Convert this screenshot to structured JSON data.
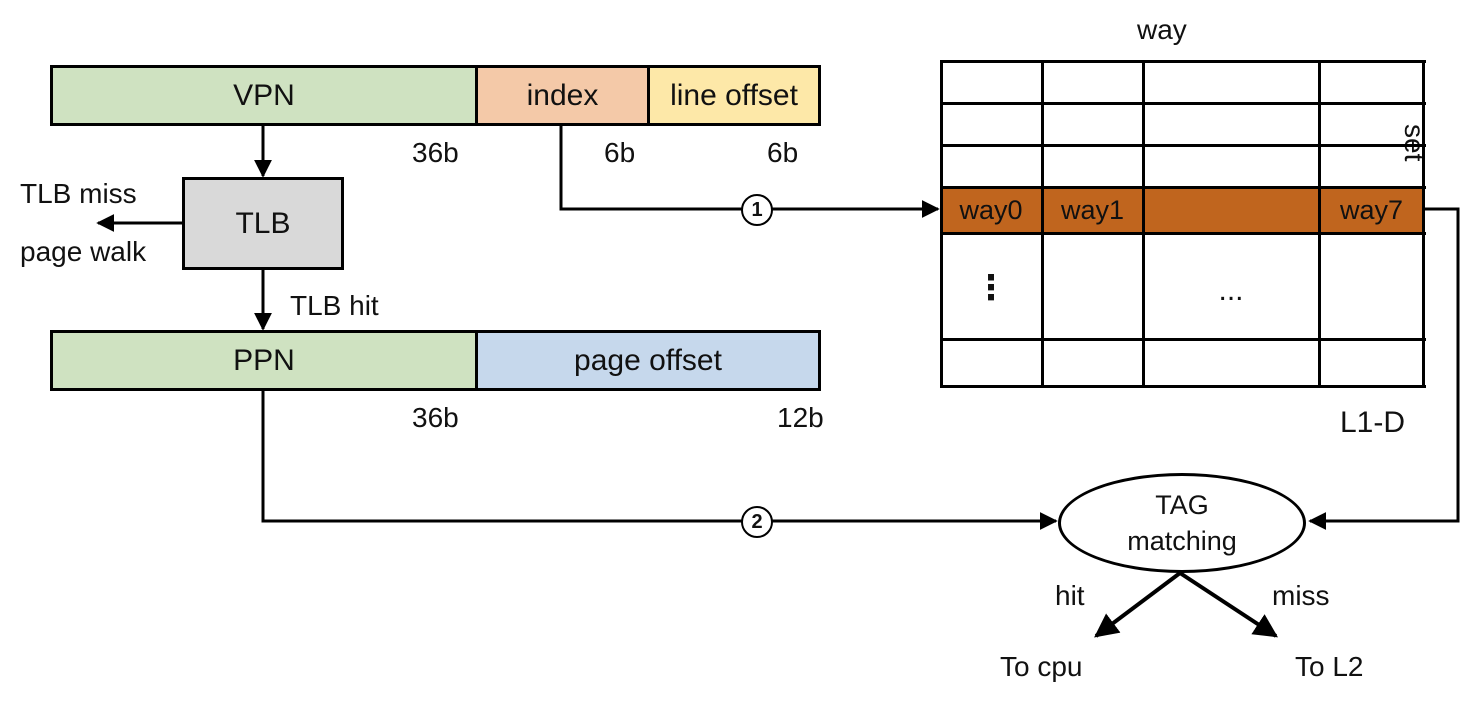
{
  "virtual_address": {
    "vpn": "VPN",
    "index": "index",
    "line_offset": "line offset",
    "vpn_bits": "36b",
    "index_bits": "6b",
    "offset_bits": "6b",
    "colors": {
      "vpn": "#cfe2c1",
      "index": "#f4c9a8",
      "line_offset": "#fde8a8"
    }
  },
  "physical_address": {
    "ppn": "PPN",
    "page_offset": "page offset",
    "ppn_bits": "36b",
    "page_offset_bits": "12b",
    "colors": {
      "ppn": "#cfe2c1",
      "page_offset": "#c6d8ec"
    }
  },
  "tlb": {
    "label": "TLB",
    "miss_line1": "TLB miss",
    "miss_line2": "page walk",
    "hit": "TLB hit",
    "color": "#d9d9d9"
  },
  "cache": {
    "way_header": "way",
    "set_label": "set",
    "name": "L1-D",
    "selected_ways": [
      "way0",
      "way1",
      "",
      "way7"
    ],
    "vertical_ellipsis": "⋮",
    "horizontal_ellipsis": "...",
    "highlight_color": "#c0651e"
  },
  "steps": {
    "step1": "1",
    "step2": "2"
  },
  "tag_match": {
    "line1": "TAG",
    "line2": "matching",
    "hit": "hit",
    "miss": "miss",
    "to_hit": "To cpu",
    "to_miss": "To L2"
  }
}
